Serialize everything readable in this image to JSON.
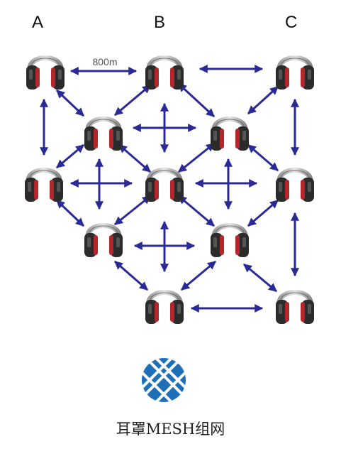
{
  "column_labels": [
    "A",
    "B",
    "C"
  ],
  "distance_label": "800m",
  "caption": "耳罩MESH组网",
  "colors": {
    "arrow": "#2a2a96",
    "logo": "#1e6fb8",
    "earcup": "#2b2b2b",
    "cushion": "#b3262b",
    "band": "#c9c9c9"
  },
  "icons": {
    "node": "earmuff-headset-icon",
    "logo": "mesh-network-logo-icon"
  }
}
